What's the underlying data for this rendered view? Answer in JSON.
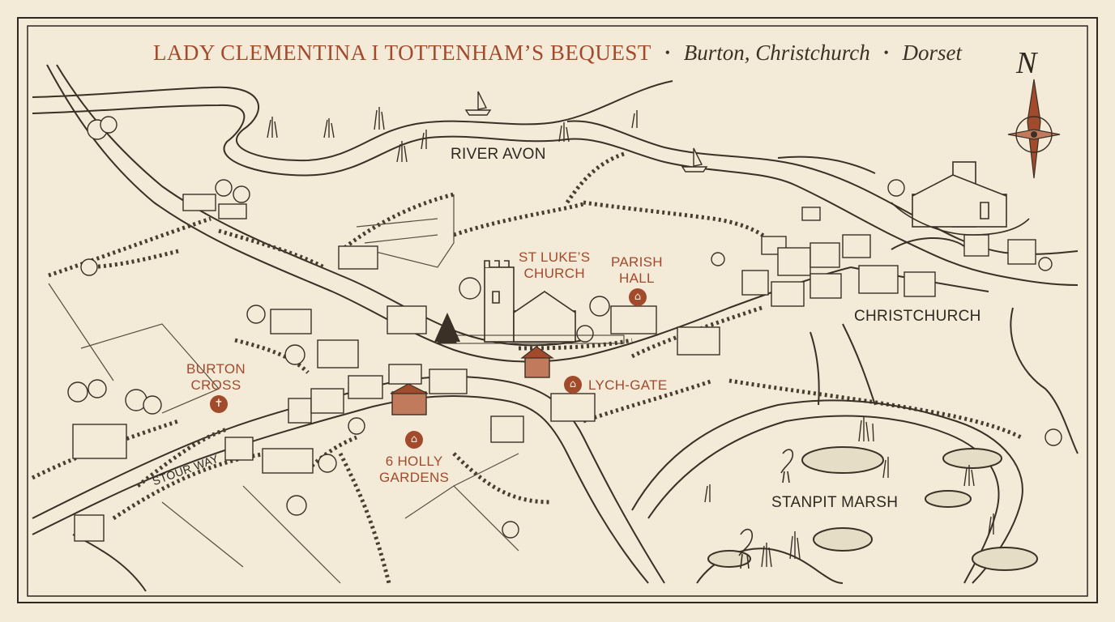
{
  "title": {
    "main": "LADY CLEMENTINA I TOTTENHAM’S BEQUEST",
    "sep": "•",
    "place1": "Burton, Christchurch",
    "place2": "Dorset"
  },
  "compass": {
    "north": "N"
  },
  "labels": {
    "river_avon": "RIVER AVON",
    "st_lukes_line1": "ST LUKE’S",
    "st_lukes_line2": "CHURCH",
    "parish_line1": "PARISH",
    "parish_line2": "HALL",
    "christchurch": "CHRISTCHURCH",
    "lych_gate": "LYCH-GATE",
    "burton_line1": "BURTON",
    "burton_line2": "CROSS",
    "holly_line1": "6 HOLLY",
    "holly_line2": "GARDENS",
    "stour_way": "STOUR WAY",
    "stanpit": "STANPIT MARSH"
  },
  "icons": {
    "cross": "✝",
    "house": "⌂",
    "hall": "⌂",
    "gate": "⌂"
  },
  "colors": {
    "paper": "#f3ead7",
    "ink": "#2f2820",
    "accent": "#a24a2c",
    "water": "#e6ddc6"
  }
}
